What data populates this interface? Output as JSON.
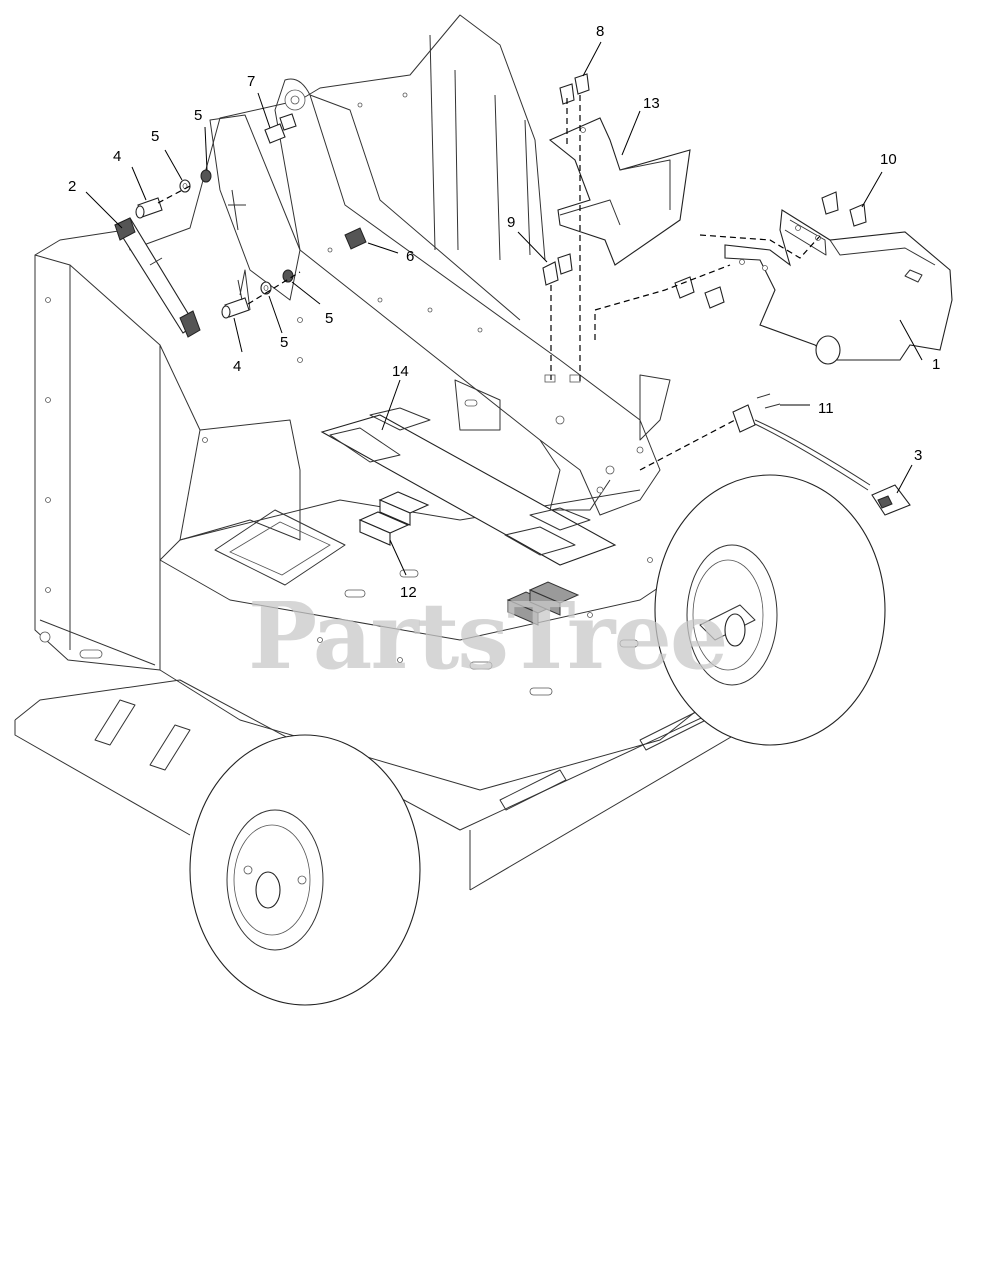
{
  "watermark": "PartsTree",
  "callouts": [
    {
      "id": "c1",
      "label": "1"
    },
    {
      "id": "c2",
      "label": "2"
    },
    {
      "id": "c3",
      "label": "3"
    },
    {
      "id": "c4a",
      "label": "4"
    },
    {
      "id": "c4b",
      "label": "4"
    },
    {
      "id": "c5a",
      "label": "5"
    },
    {
      "id": "c5b",
      "label": "5"
    },
    {
      "id": "c5c",
      "label": "5"
    },
    {
      "id": "c5d",
      "label": "5"
    },
    {
      "id": "c6",
      "label": "6"
    },
    {
      "id": "c7",
      "label": "7"
    },
    {
      "id": "c8",
      "label": "8"
    },
    {
      "id": "c9",
      "label": "9"
    },
    {
      "id": "c10",
      "label": "10"
    },
    {
      "id": "c11",
      "label": "11"
    },
    {
      "id": "c12",
      "label": "12"
    },
    {
      "id": "c13",
      "label": "13"
    },
    {
      "id": "c14",
      "label": "14"
    }
  ]
}
